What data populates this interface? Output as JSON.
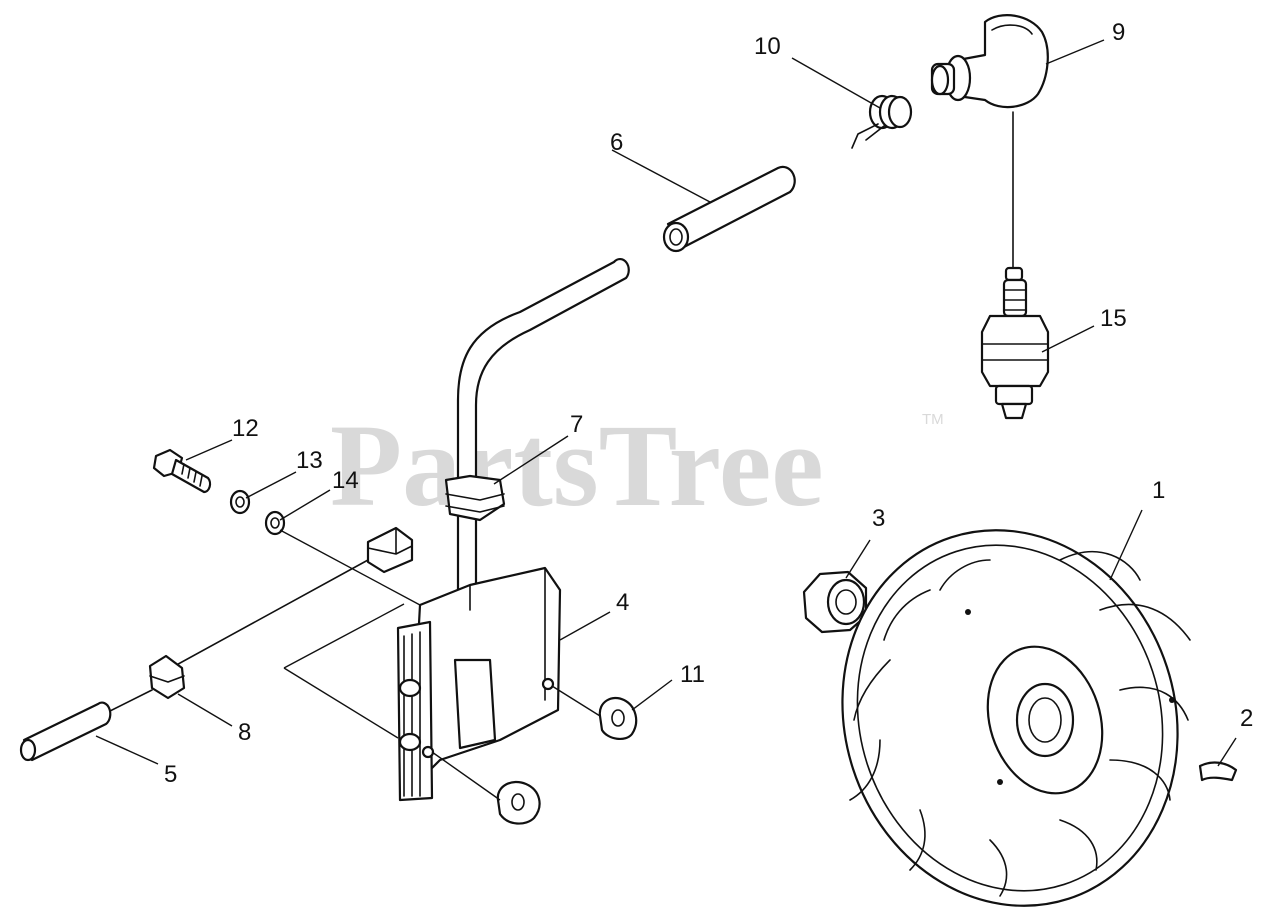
{
  "watermark": {
    "text": "PartsTree",
    "mark": "TM"
  },
  "callouts": [
    {
      "id": "1",
      "label": "1"
    },
    {
      "id": "2",
      "label": "2"
    },
    {
      "id": "3",
      "label": "3"
    },
    {
      "id": "4",
      "label": "4"
    },
    {
      "id": "5",
      "label": "5"
    },
    {
      "id": "6",
      "label": "6"
    },
    {
      "id": "7",
      "label": "7"
    },
    {
      "id": "8",
      "label": "8"
    },
    {
      "id": "9",
      "label": "9"
    },
    {
      "id": "10",
      "label": "10"
    },
    {
      "id": "11",
      "label": "11"
    },
    {
      "id": "12",
      "label": "12"
    },
    {
      "id": "13",
      "label": "13"
    },
    {
      "id": "14",
      "label": "14"
    },
    {
      "id": "15",
      "label": "15"
    }
  ]
}
